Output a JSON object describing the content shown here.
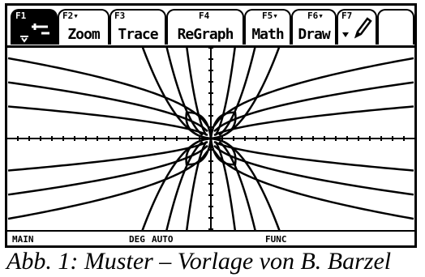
{
  "toolbar": {
    "tabs": [
      {
        "fkey": "F1",
        "label": ""
      },
      {
        "fkey": "F2▾",
        "label": "Zoom"
      },
      {
        "fkey": "F3",
        "label": "Trace"
      },
      {
        "fkey": "F4",
        "label": "ReGraph"
      },
      {
        "fkey": "F5▾",
        "label": "Math"
      },
      {
        "fkey": "F6▾",
        "label": "Draw"
      },
      {
        "fkey": "F7",
        "label": ""
      },
      {
        "fkey": "",
        "label": ""
      }
    ],
    "icons": [
      "tools-menu-icon",
      "pencil-icon"
    ]
  },
  "status": {
    "folder": "MAIN",
    "angle_mode": "DEG",
    "exact_mode": "AUTO",
    "graph_mode": "FUNC"
  },
  "caption": "Abb. 1: Muster – Vorlage von B. Barzel",
  "chart_data": {
    "type": "line",
    "xlim": [
      -8,
      8
    ],
    "ylim": [
      -4,
      4
    ],
    "grid": false,
    "axes": true,
    "series": [
      {
        "values": [
          [
            -8,
            -1
          ],
          [
            0,
            0
          ],
          [
            8,
            1
          ]
        ]
      },
      {
        "values": [
          [
            -8,
            1
          ],
          [
            0,
            0
          ],
          [
            8,
            -1
          ]
        ]
      }
    ]
  }
}
